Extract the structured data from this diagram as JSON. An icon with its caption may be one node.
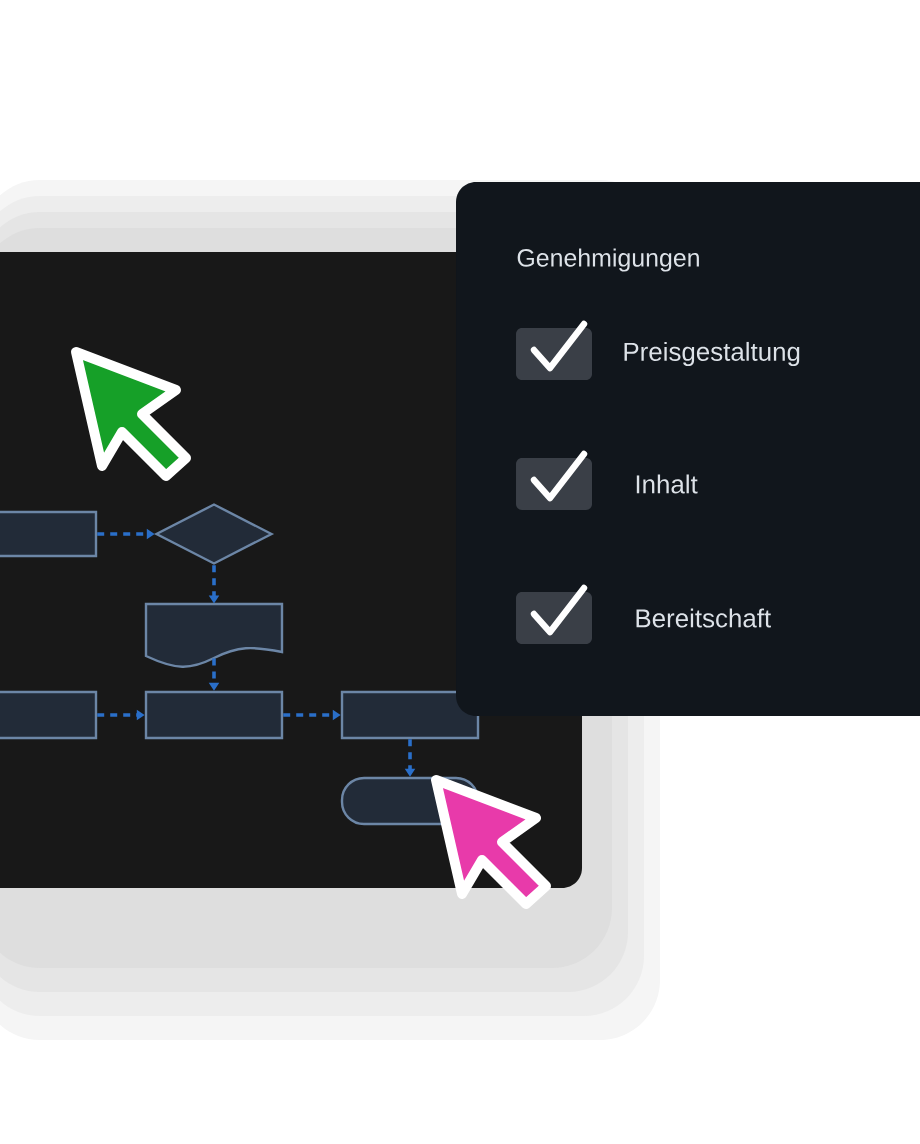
{
  "diagram": {
    "nodes": [
      {
        "text": [],
        "shape": "box"
      },
      {
        "text": [],
        "shape": "diamond"
      },
      {
        "text": [],
        "shape": "document"
      },
      {
        "text": [],
        "shape": "box"
      },
      {
        "text": [],
        "shape": "box"
      },
      {
        "text": [],
        "shape": "box"
      },
      {
        "text": [],
        "shape": "pill"
      }
    ],
    "edges": [
      {
        "from": 0,
        "to": 1,
        "arrow": "to",
        "style": "dashed"
      },
      {
        "from": 1,
        "to": 2,
        "arrow": "to",
        "style": "dashed"
      },
      {
        "from": 2,
        "to": 4,
        "arrow": "to",
        "style": "dashed"
      },
      {
        "from": 3,
        "to": 4,
        "arrow": "to",
        "style": "dashed"
      },
      {
        "from": 4,
        "to": 5,
        "arrow": "to",
        "style": "dashed"
      },
      {
        "from": 5,
        "to": 6,
        "arrow": "to",
        "style": "dashed"
      }
    ],
    "labels": [
      "Genehmigungen",
      "Preisgestaltung",
      "Inhalt",
      "Bereitschaft"
    ]
  }
}
